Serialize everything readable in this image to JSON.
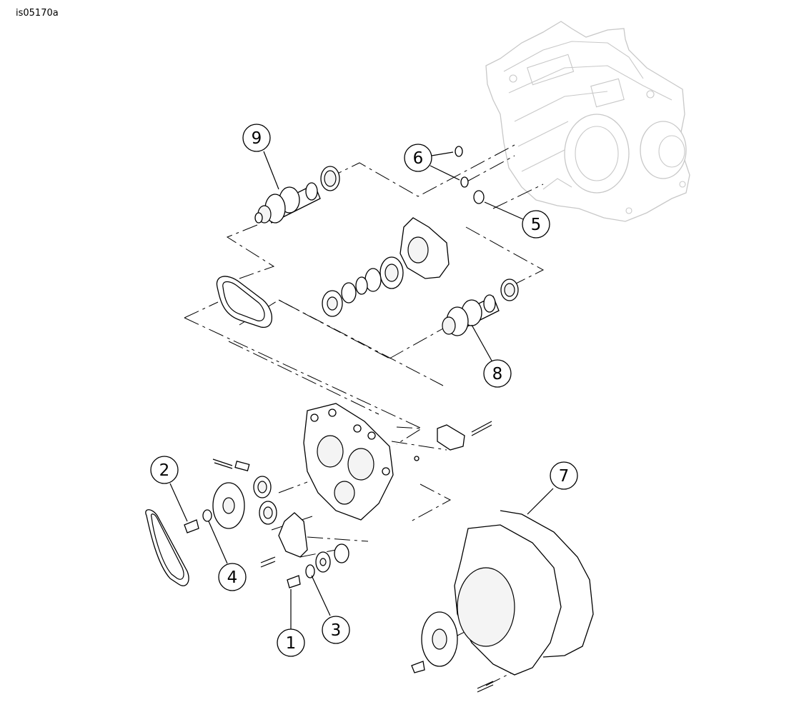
{
  "figure_id": "is05170a",
  "callouts": [
    {
      "id": "1",
      "label": "1"
    },
    {
      "id": "2",
      "label": "2"
    },
    {
      "id": "3",
      "label": "3"
    },
    {
      "id": "4",
      "label": "4"
    },
    {
      "id": "5",
      "label": "5"
    },
    {
      "id": "6",
      "label": "6"
    },
    {
      "id": "7",
      "label": "7"
    },
    {
      "id": "8",
      "label": "8"
    },
    {
      "id": "9",
      "label": "9"
    }
  ]
}
